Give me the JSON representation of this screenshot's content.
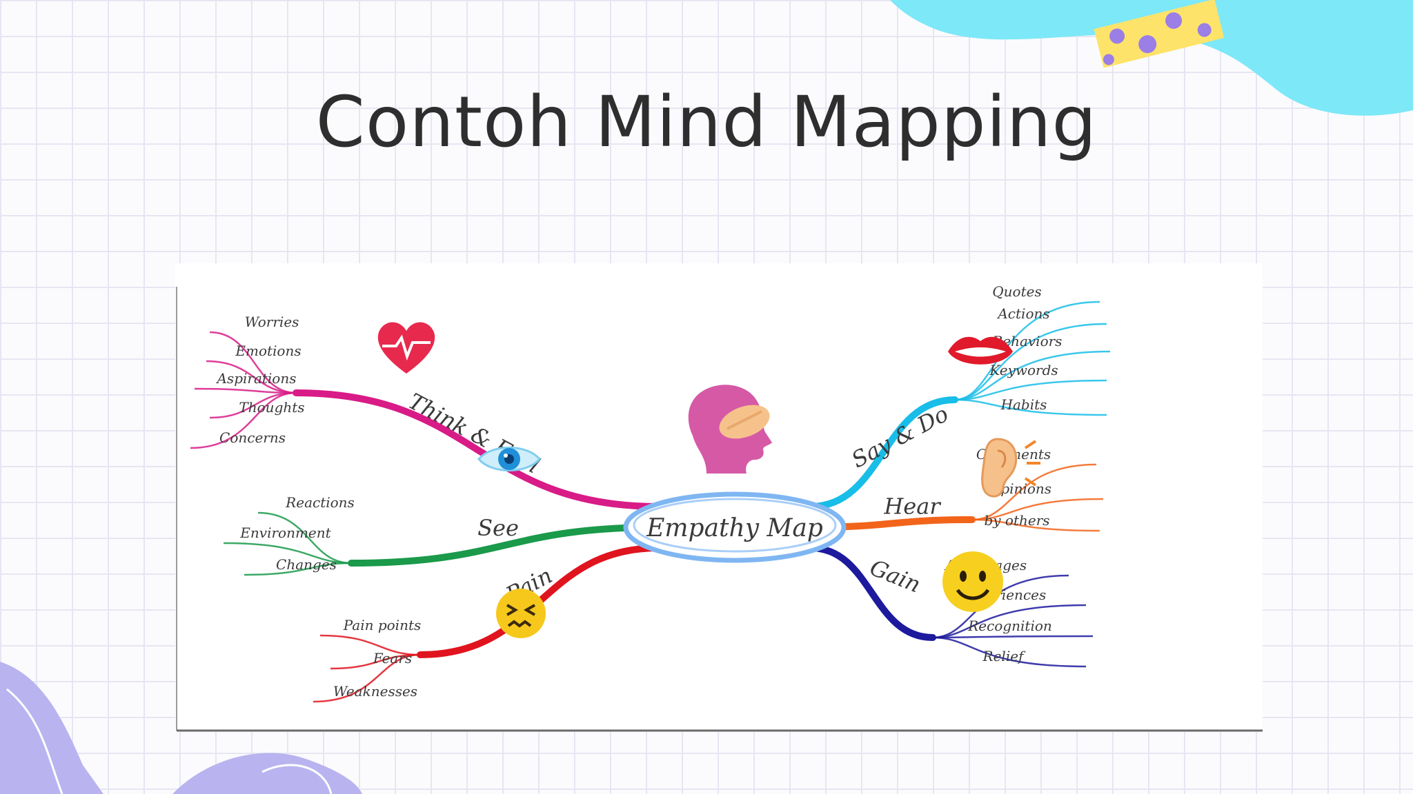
{
  "slide": {
    "title": "Contoh Mind Mapping"
  },
  "center": {
    "label": "Empathy Map"
  },
  "branches": [
    {
      "label": "Think & Feel",
      "color": "#d81b87",
      "icon": "heart-pulse-icon",
      "leaves": [
        "Worries",
        "Emotions",
        "Aspirations",
        "Thoughts",
        "Concerns"
      ]
    },
    {
      "label": "See",
      "color": "#1a9a4a",
      "icon": "eye-icon",
      "leaves": [
        "Reactions",
        "Environment",
        "Changes"
      ]
    },
    {
      "label": "Pain",
      "color": "#e0141e",
      "icon": "frustrated-face-icon",
      "leaves": [
        "Pain points",
        "Fears",
        "Weaknesses"
      ]
    },
    {
      "label": "Say & Do",
      "color": "#18bde8",
      "icon": "lips-icon",
      "leaves": [
        "Quotes",
        "Actions",
        "Behaviors",
        "Keywords",
        "Habits"
      ]
    },
    {
      "label": "Hear",
      "color": "#f2641a",
      "icon": "ear-icon",
      "leaves": [
        "Comments",
        "Opinions",
        "by others"
      ]
    },
    {
      "label": "Gain",
      "color": "#1d1a9e",
      "icon": "smiley-face-icon",
      "leaves": [
        "Advantages",
        "Experiences",
        "Recognition",
        "Relief"
      ]
    }
  ],
  "decor": {
    "blob_cyan": "#7de8f7",
    "blob_lavender": "#b9b4ef",
    "tape": "#fde36a",
    "tape_dots": "#9b7ee6",
    "head": "#d659a6"
  }
}
